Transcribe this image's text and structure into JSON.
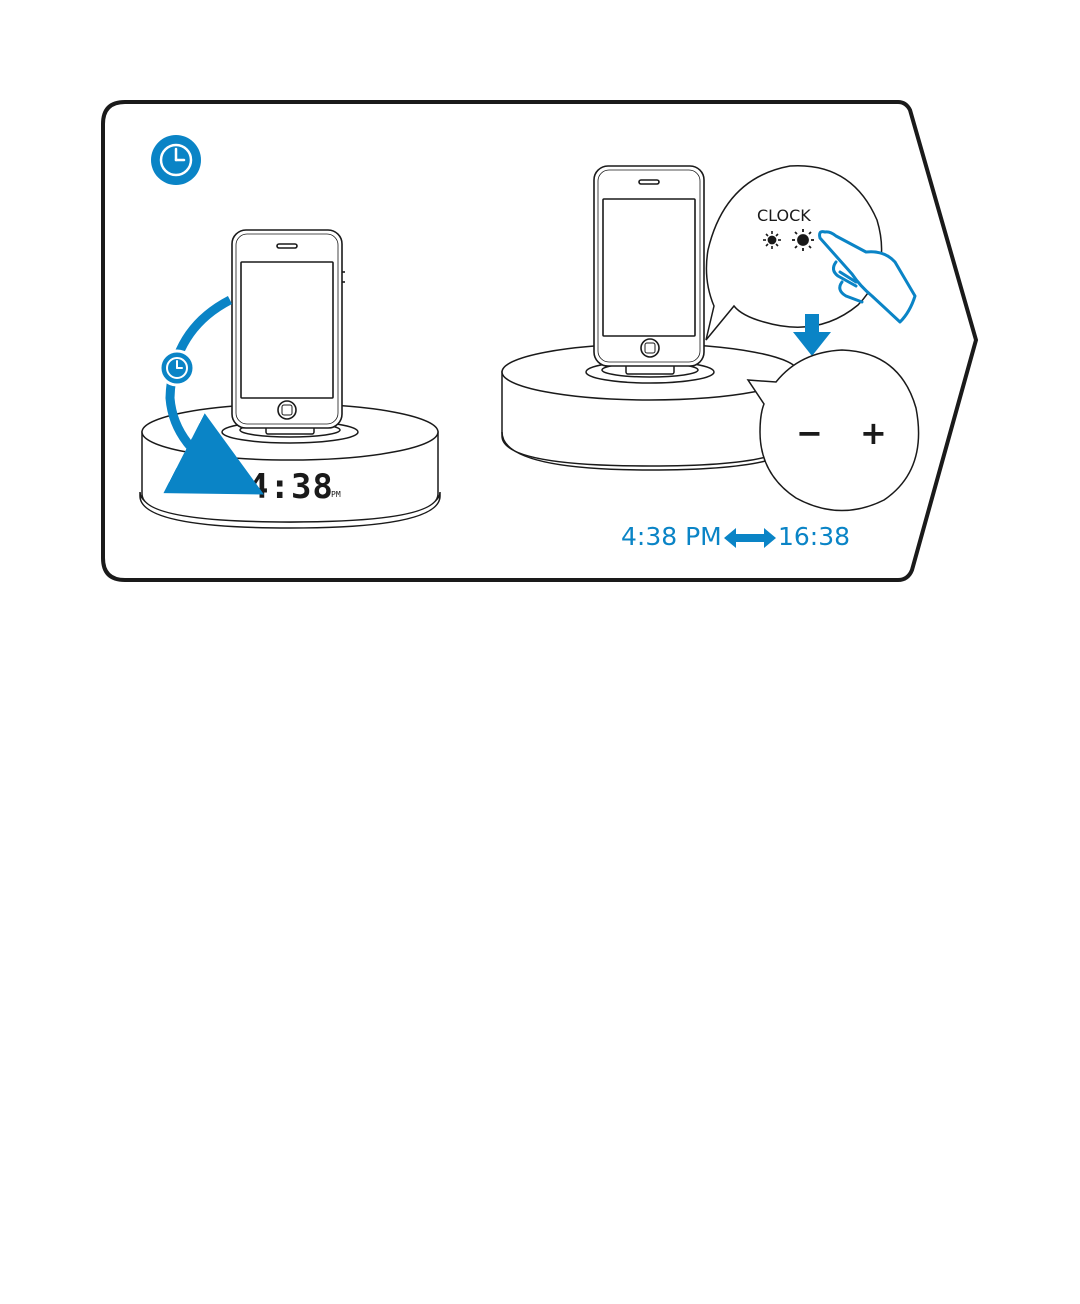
{
  "panel": {
    "clock_button_label": "CLOCK",
    "minus_label": "−",
    "plus_label": "+",
    "display_time": "4:38",
    "display_suffix": "PM",
    "format_12h": "4:38 PM",
    "format_24h": "16:38"
  },
  "icons": {
    "step_badge": "clock-icon",
    "small_badge": "clock-icon",
    "brightness": "sun-icon",
    "press": "hand-icon",
    "down": "arrow-down-icon",
    "toggle": "double-arrow-icon"
  },
  "colors": {
    "accent": "#0a84c6",
    "line": "#1a1a1a"
  }
}
